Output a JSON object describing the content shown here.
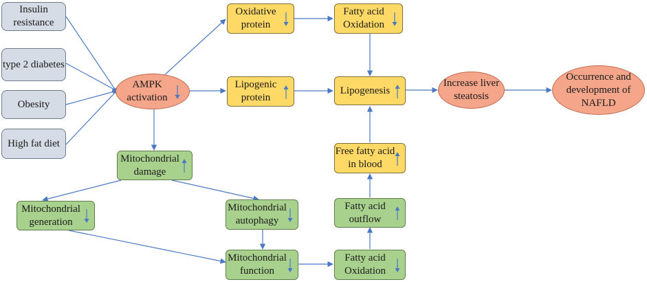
{
  "nodes": {
    "insulin": "Insulin resistance",
    "t2d": "type 2 diabetes",
    "obesity": "Obesity",
    "hfd": "High fat diet",
    "ampk": "AMPK activation",
    "oxprot": "Oxidative protein",
    "lipoprot": "Lipogenic protein",
    "faox_top": "Fatty acid Oxidation",
    "lipogenesis": "Lipogenesis",
    "steatosis": "Increase liver steatosis",
    "nafld": "Occurrence and development of NAFLD",
    "mito_damage": "Mitochondrial damage",
    "mito_gen": "Mitochondrial generation",
    "mito_auto": "Mitochondrial autophagy",
    "mito_func": "Mitochondrial function",
    "faox_bottom": "Fatty acid Oxidation",
    "fa_outflow": "Fatty acid outflow",
    "ffa_blood": "Free fatty acid in blood"
  },
  "indicators": {
    "ampk": "down",
    "oxprot": "down",
    "lipoprot": "up",
    "faox_top": "down",
    "lipogenesis": "up",
    "mito_damage": "up",
    "mito_gen": "down",
    "mito_auto": "down",
    "mito_func": "down",
    "faox_bottom": "down",
    "fa_outflow": "up",
    "ffa_blood": "up"
  },
  "colors": {
    "gray_fill": "#d6dce5",
    "yellow_fill": "#ffd966",
    "green_fill": "#a9d18e",
    "pink_fill": "#f4a58a",
    "edge": "#4a78c2"
  }
}
